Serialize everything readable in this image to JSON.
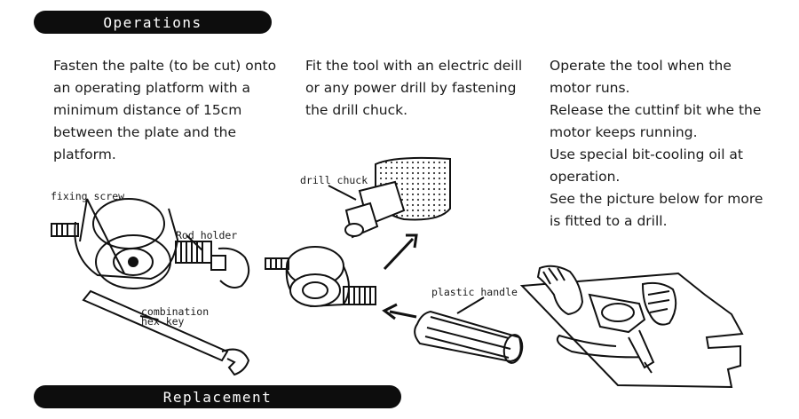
{
  "sections": {
    "operations": "Operations",
    "replacement": "Replacement"
  },
  "steps": [
    {
      "text": "Fasten the palte (to be cut) onto an operating platform with a minimum distance of 15cm between the plate and the platform."
    },
    {
      "text": "Fit the tool with an electric deill or any power drill by fastening the drill chuck."
    },
    {
      "lines": [
        "Operate the tool when the motor runs.",
        "Release the cuttinf bit whe the motor keeps running.",
        "Use special bit-cooling oil at operation.",
        "See the picture below for more is fitted to a drill."
      ]
    }
  ],
  "labels": {
    "fixing_screw": "fixing screw",
    "rod_holder": "Rod holder",
    "combination": "combination",
    "hex_key": "hex key",
    "drill_chuck": "drill chuck",
    "plastic_handle": "plastic handle"
  }
}
